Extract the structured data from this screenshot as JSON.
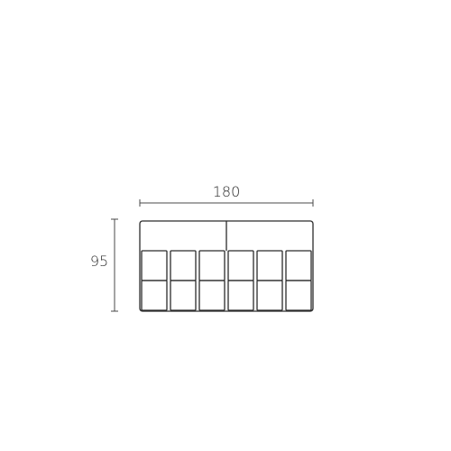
{
  "dimensions": {
    "width_label": "180",
    "height_label": "95"
  },
  "module": {
    "top_sections": 2,
    "bottom_rows": 2,
    "bottom_columns": 6
  },
  "colors": {
    "outline": "#2b2b2b",
    "dimension_line": "#4a4a4a",
    "text": "#2a2a2a",
    "background": "#ffffff"
  }
}
